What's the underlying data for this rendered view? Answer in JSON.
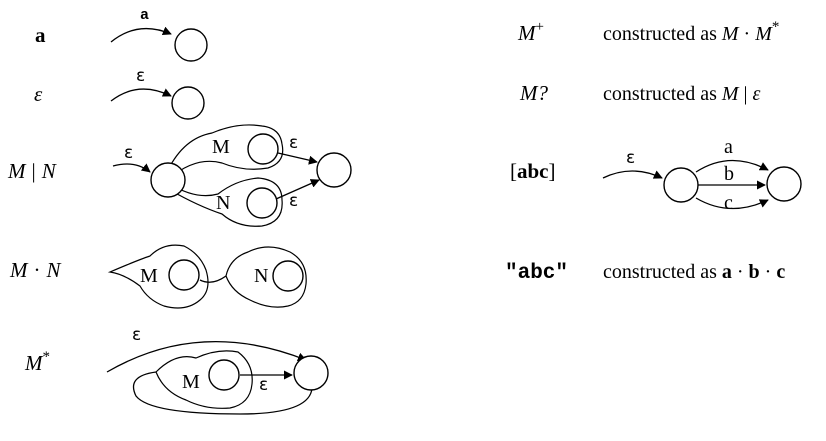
{
  "rules": {
    "a": {
      "label": "a",
      "edge": "a"
    },
    "eps": {
      "label": "ε",
      "edge": "ε"
    },
    "alt": {
      "label_m": "M",
      "label_bar": "|",
      "label_n": "N",
      "edge_in": "ε",
      "inner_m": "M",
      "inner_n": "N",
      "edge_out_top": "ε",
      "edge_out_bottom": "ε"
    },
    "concat": {
      "label_m": "M",
      "label_dot": "·",
      "label_n": "N",
      "inner_m": "M",
      "inner_n": "N"
    },
    "star": {
      "label_m": "M",
      "label_star": "*",
      "edge_top": "ε",
      "inner_m": "M",
      "edge_inner": "ε"
    },
    "plus": {
      "label_m": "M",
      "label_sup": "+",
      "desc_prefix": "constructed as",
      "desc_a": "M",
      "desc_dot": "·",
      "desc_b": "M",
      "desc_star": "*"
    },
    "opt": {
      "label": "M?",
      "desc_prefix": "constructed as",
      "desc_a": "M",
      "desc_bar": "|",
      "desc_eps": "ε"
    },
    "set": {
      "lb": "[",
      "label": "abc",
      "rb": "]",
      "edge_in": "ε",
      "edge_a": "a",
      "edge_b": "b",
      "edge_c": "c"
    },
    "string": {
      "label": "\"abc\"",
      "desc_prefix": "constructed as",
      "desc_a": "a",
      "desc_dot1": "·",
      "desc_b": "b",
      "desc_dot2": "·",
      "desc_c": "c"
    }
  }
}
